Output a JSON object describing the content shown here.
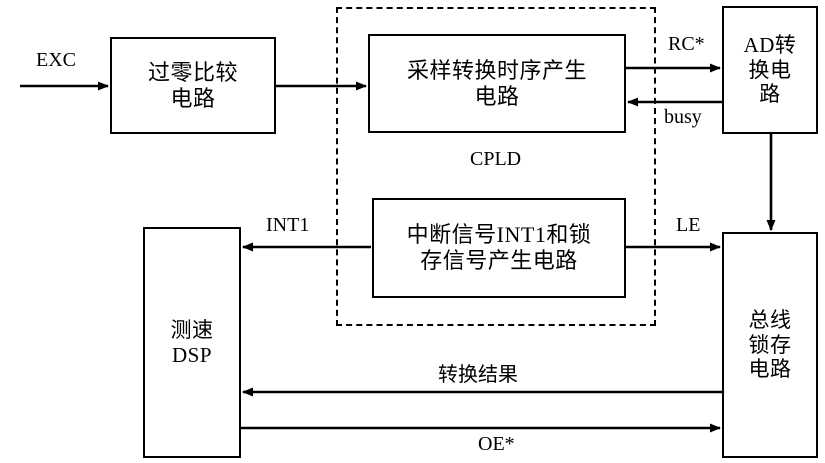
{
  "diagram": {
    "title": "AD sampling and conversion block diagram",
    "stroke_color": "#000000",
    "background_color": "#ffffff",
    "blocks": [
      {
        "id": "zero-cross",
        "text": "过零比较\n电路"
      },
      {
        "id": "sampling",
        "text": "采样转换时序产生\n电路"
      },
      {
        "id": "ad",
        "text": "AD转\n换电\n路"
      },
      {
        "id": "interrupt",
        "text": "中断信号INT1和锁\n存信号产生电路"
      },
      {
        "id": "latch",
        "text": "总线\n锁存\n电路"
      },
      {
        "id": "dsp",
        "text": "测速\nDSP"
      }
    ],
    "group": {
      "id": "cpld",
      "label": "CPLD",
      "border_style": "dashed"
    },
    "signals": {
      "exc": "EXC",
      "rc": "RC*",
      "busy": "busy",
      "int1": "INT1",
      "le": "LE",
      "result": "转换结果",
      "oe": "OE*"
    }
  }
}
